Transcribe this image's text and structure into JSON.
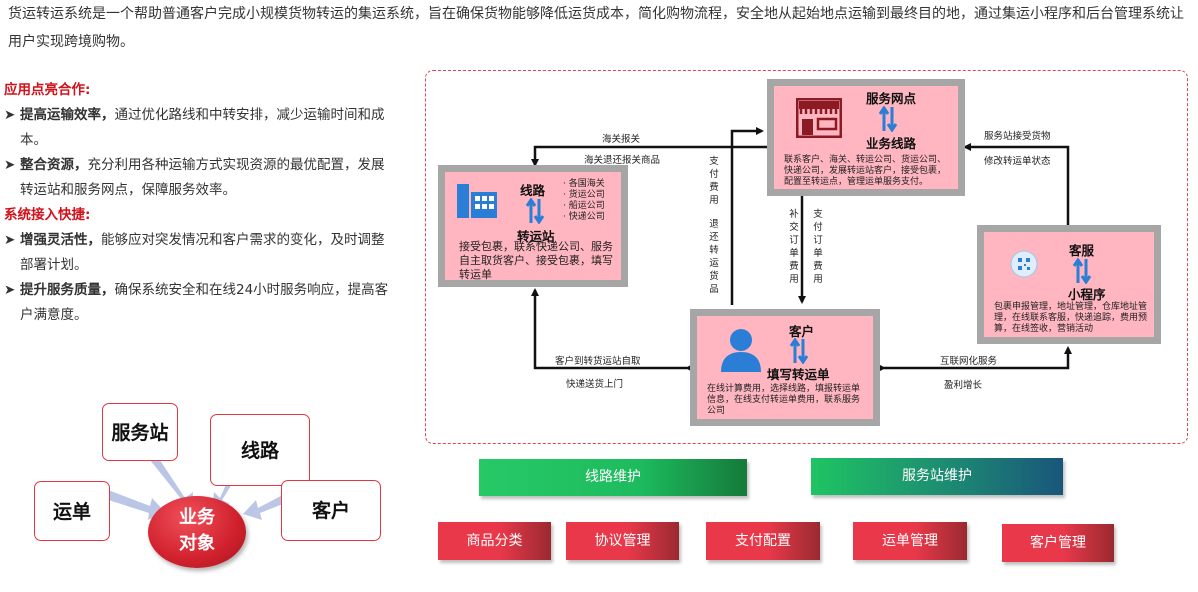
{
  "intro": "货运转运系统是一个帮助普通客户完成小规模货物转运的集运系统，旨在确保货物能够降低运货成本，简化购物流程，安全地从起始地点运输到最终目的地，通过集运小程序和后台管理系统让用户实现跨境购物。",
  "sections": [
    {
      "title": "应用点亮合作:",
      "items": [
        {
          "bold": "提高运输效率，",
          "text": "通过优化路线和中转安排，减少运输时间和成本。"
        },
        {
          "bold": "整合资源，",
          "text": "充分利用各种运输方式实现资源的最优配置，发展转运站和服务网点，保障服务效率。"
        }
      ]
    },
    {
      "title": "系统接入快捷:",
      "items": [
        {
          "bold": "增强灵活性，",
          "text": "能够应对突发情况和客户需求的变化，及时调整部署计划。"
        },
        {
          "bold": "提升服务质量，",
          "text": "确保系统安全和在线24小时服务响应，提高客户满意度。"
        }
      ]
    }
  ],
  "bullet_mark": "➤",
  "diagram": {
    "service": {
      "top": "服务网点",
      "bottom": "业务线路",
      "desc": "联系客户、海关、转运公司、货运公司、快递公司，发展转运站客户，接受包裹，配置至转运点，管理运单服务支付。",
      "icon": "store-icon"
    },
    "station": {
      "top": "线路",
      "bottom": "转运站",
      "list": [
        "· 各国海关",
        "· 货运公司",
        "· 船运公司",
        "· 快递公司"
      ],
      "desc": "接受包裹，联系快递公司、服务自主取货客户、接受包裹，填写转运单",
      "icon": "building-icon"
    },
    "support": {
      "top": "客服",
      "bottom": "小程序",
      "desc": "包裹申报管理，地址管理，仓库地址管理，在线联系客服，快递追踪，费用预算，在线签收，营销活动",
      "icon": "qr-code-icon"
    },
    "customer": {
      "top": "客户",
      "bottom": "填写转运单",
      "desc": "在线计算费用，选择线路，填报转运单信息，在线支付转运单费用，联系服务公司",
      "icon": "user-icon"
    },
    "edges": {
      "customs_report": "海关报关",
      "customs_return": "海关退还报关商品",
      "pay_fee": "支付费用",
      "return_goods": "退还转运货品",
      "supplement_order": "补交订单费用",
      "pay_order": "支付订单费用",
      "station_receive": "服务站接受货物",
      "modify_status": "修改转运单状态",
      "pickup": "客户到转货运站自取",
      "delivery": "快递送货上门",
      "internet_service": "互联网化服务",
      "profit_growth": "盈利增长"
    }
  },
  "maintenance": [
    {
      "label": "线路维护",
      "color": "#1fbf60"
    },
    {
      "label": "服务站维护",
      "color": "#1a9a6a"
    }
  ],
  "modules": [
    "商品分类",
    "协议管理",
    "支付配置",
    "运单管理",
    "客户管理"
  ],
  "business": {
    "center": "业务对象",
    "objects": [
      "服务站",
      "线路",
      "运单",
      "客户"
    ]
  }
}
